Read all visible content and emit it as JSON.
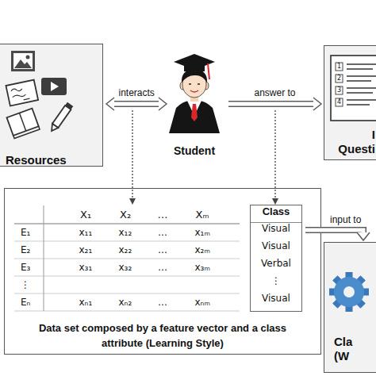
{
  "diagram": {
    "nodes": [
      {
        "text": [
          "Resources"
        ]
      },
      {
        "text": [
          "Student"
        ]
      },
      {
        "text": [
          "I Questi"
        ]
      },
      {
        "text": [
          "Data set composed by a feature vector and a class attribute (Learning Style)"
        ]
      },
      {
        "text": [
          "Class",
          "Visual",
          "Visual",
          "Verbal",
          "⋮",
          "Visual"
        ],
        "in": 3
      },
      {
        "text": [
          "Cla (W"
        ]
      }
    ],
    "edges": [
      {
        "from": 0,
        "to": 1,
        "label": "interacts",
        "arrow": "both"
      },
      {
        "from": 1,
        "to": 2,
        "label": "answer to",
        "arrow": "to"
      },
      {
        "from": 4,
        "to": 5,
        "label": "input to",
        "arrow": "to"
      }
    ],
    "labels": [
      "X₁",
      "X₂",
      "…",
      "Xₘ",
      "E₁",
      "x₁₁",
      "x₁₂",
      "…",
      "x₁ₘ",
      "E₂",
      "x₂₁",
      "x₂₂",
      "…",
      "x₂ₘ",
      "E₃",
      "x₃₁",
      "x₃₂",
      "…",
      "x₃ₘ",
      "⋮",
      "Eₙ",
      "xₙ₁",
      "xₙ₂",
      "…",
      "xₙₘ",
      "1",
      "2",
      "3",
      "4"
    ]
  }
}
